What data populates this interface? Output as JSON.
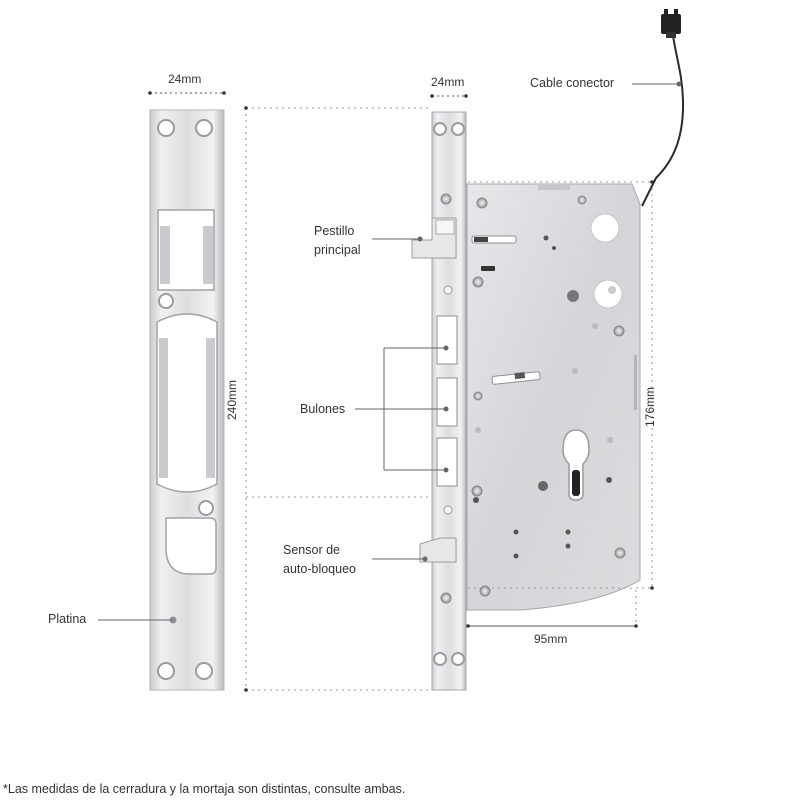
{
  "dimensions": {
    "plate_width": "24mm",
    "lock_faceplate_width": "24mm",
    "height_total": "240mm",
    "body_height": "176mm",
    "body_width": "95mm"
  },
  "labels": {
    "cable": "Cable conector",
    "latch_line1": "Pestillo",
    "latch_line2": "principal",
    "bolts": "Bulones",
    "sensor_line1": "Sensor de",
    "sensor_line2": "auto-bloqueo",
    "plate": "Platina"
  },
  "footnote": "*Las medidas de la cerradura y la mortaja son distintas, consulte ambas.",
  "colors": {
    "steel_light": "#eeeeef",
    "steel_mid": "#d7d8da",
    "steel_dark": "#a9abae",
    "line": "#555555",
    "dashed": "#999999",
    "connector": "#222222"
  }
}
